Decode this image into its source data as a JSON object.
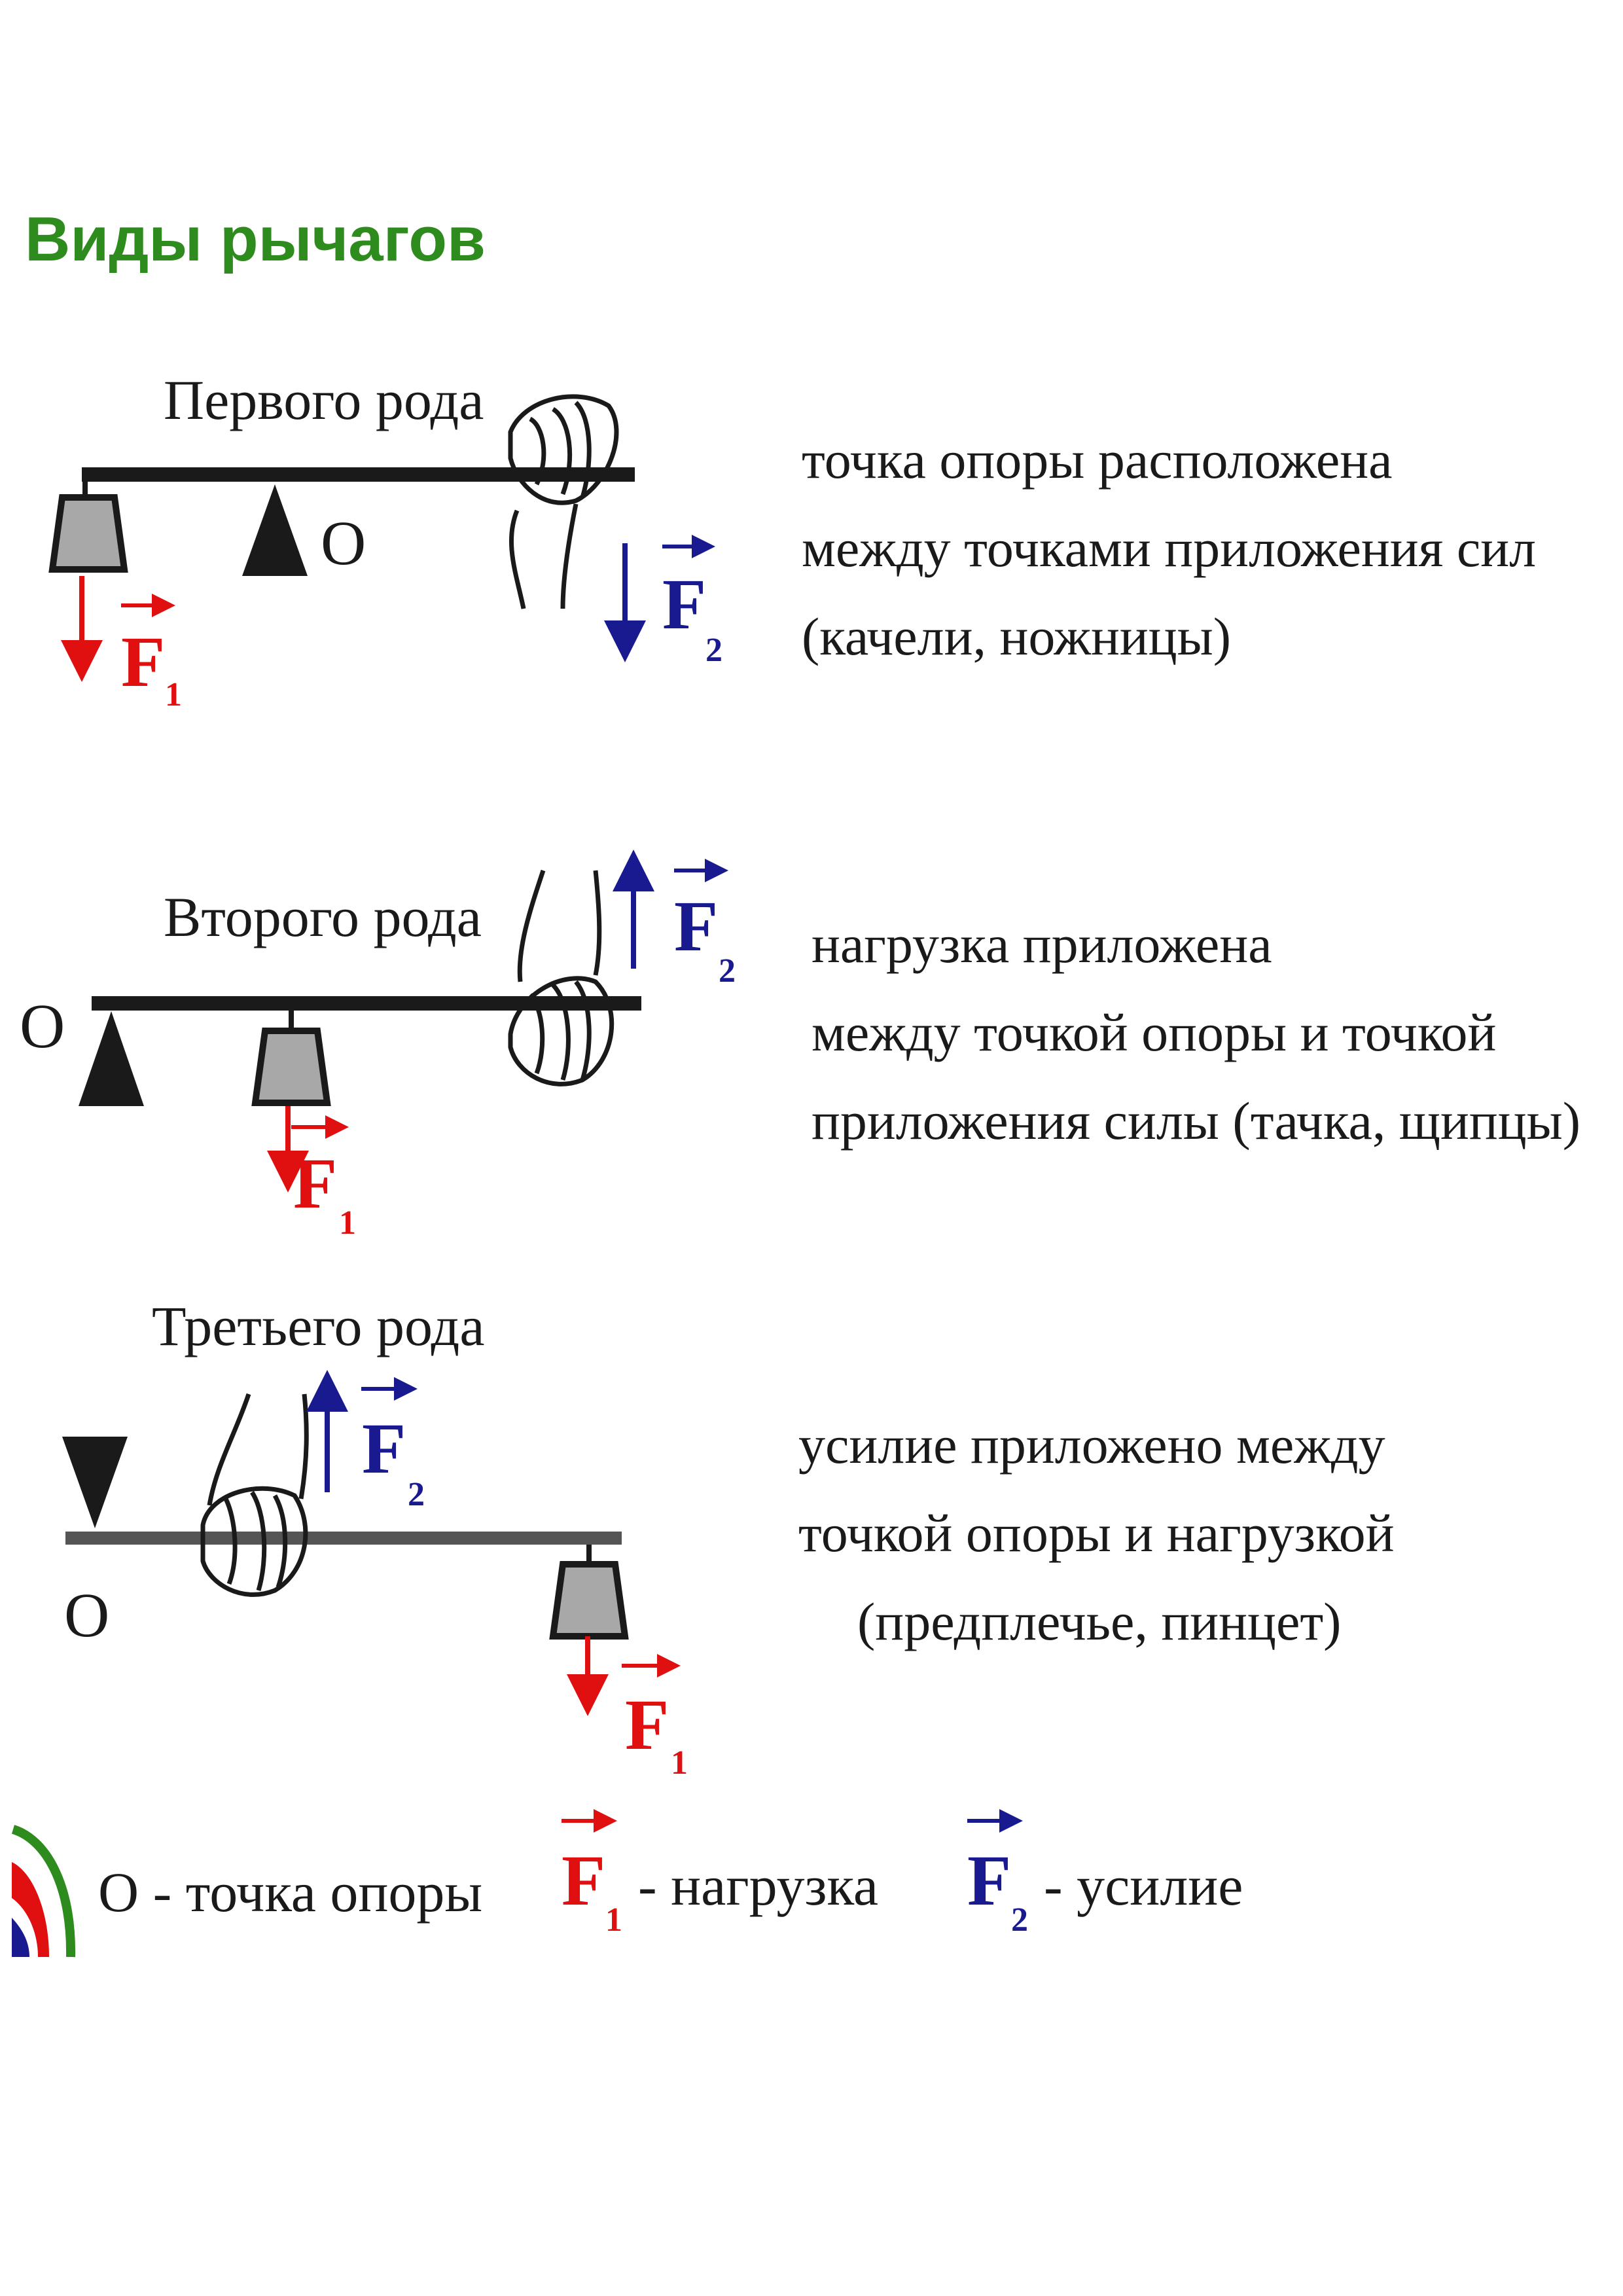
{
  "heading": "Виды рычагов",
  "levers": [
    {
      "kind": "Первого рода",
      "fulcrum_label": "O",
      "description": [
        "точка опоры расположена",
        "между точками приложения сил",
        "(качели, ножницы)"
      ]
    },
    {
      "kind": "Второго рода",
      "fulcrum_label": "O",
      "description": [
        "нагрузка приложена",
        "между точкой опоры и точкой",
        "приложения силы (тачка, щипцы)"
      ]
    },
    {
      "kind": "Третьего рода",
      "fulcrum_label": "O",
      "description": [
        "усилие приложено между",
        "точкой опоры и нагрузкой",
        "(предплечье, пинцет)"
      ]
    }
  ],
  "force_symbols": {
    "load": {
      "letter": "F",
      "sub": "1"
    },
    "effort": {
      "letter": "F",
      "sub": "2"
    }
  },
  "legend": {
    "fulcrum": "O - точка опоры",
    "load": "- нагрузка",
    "effort": "- усилие"
  },
  "colors": {
    "heading": "#2e8b1e",
    "load": "#e01010",
    "effort": "#1a1a90",
    "ink": "#1a1a1a",
    "weight": "#a8a8a8"
  }
}
